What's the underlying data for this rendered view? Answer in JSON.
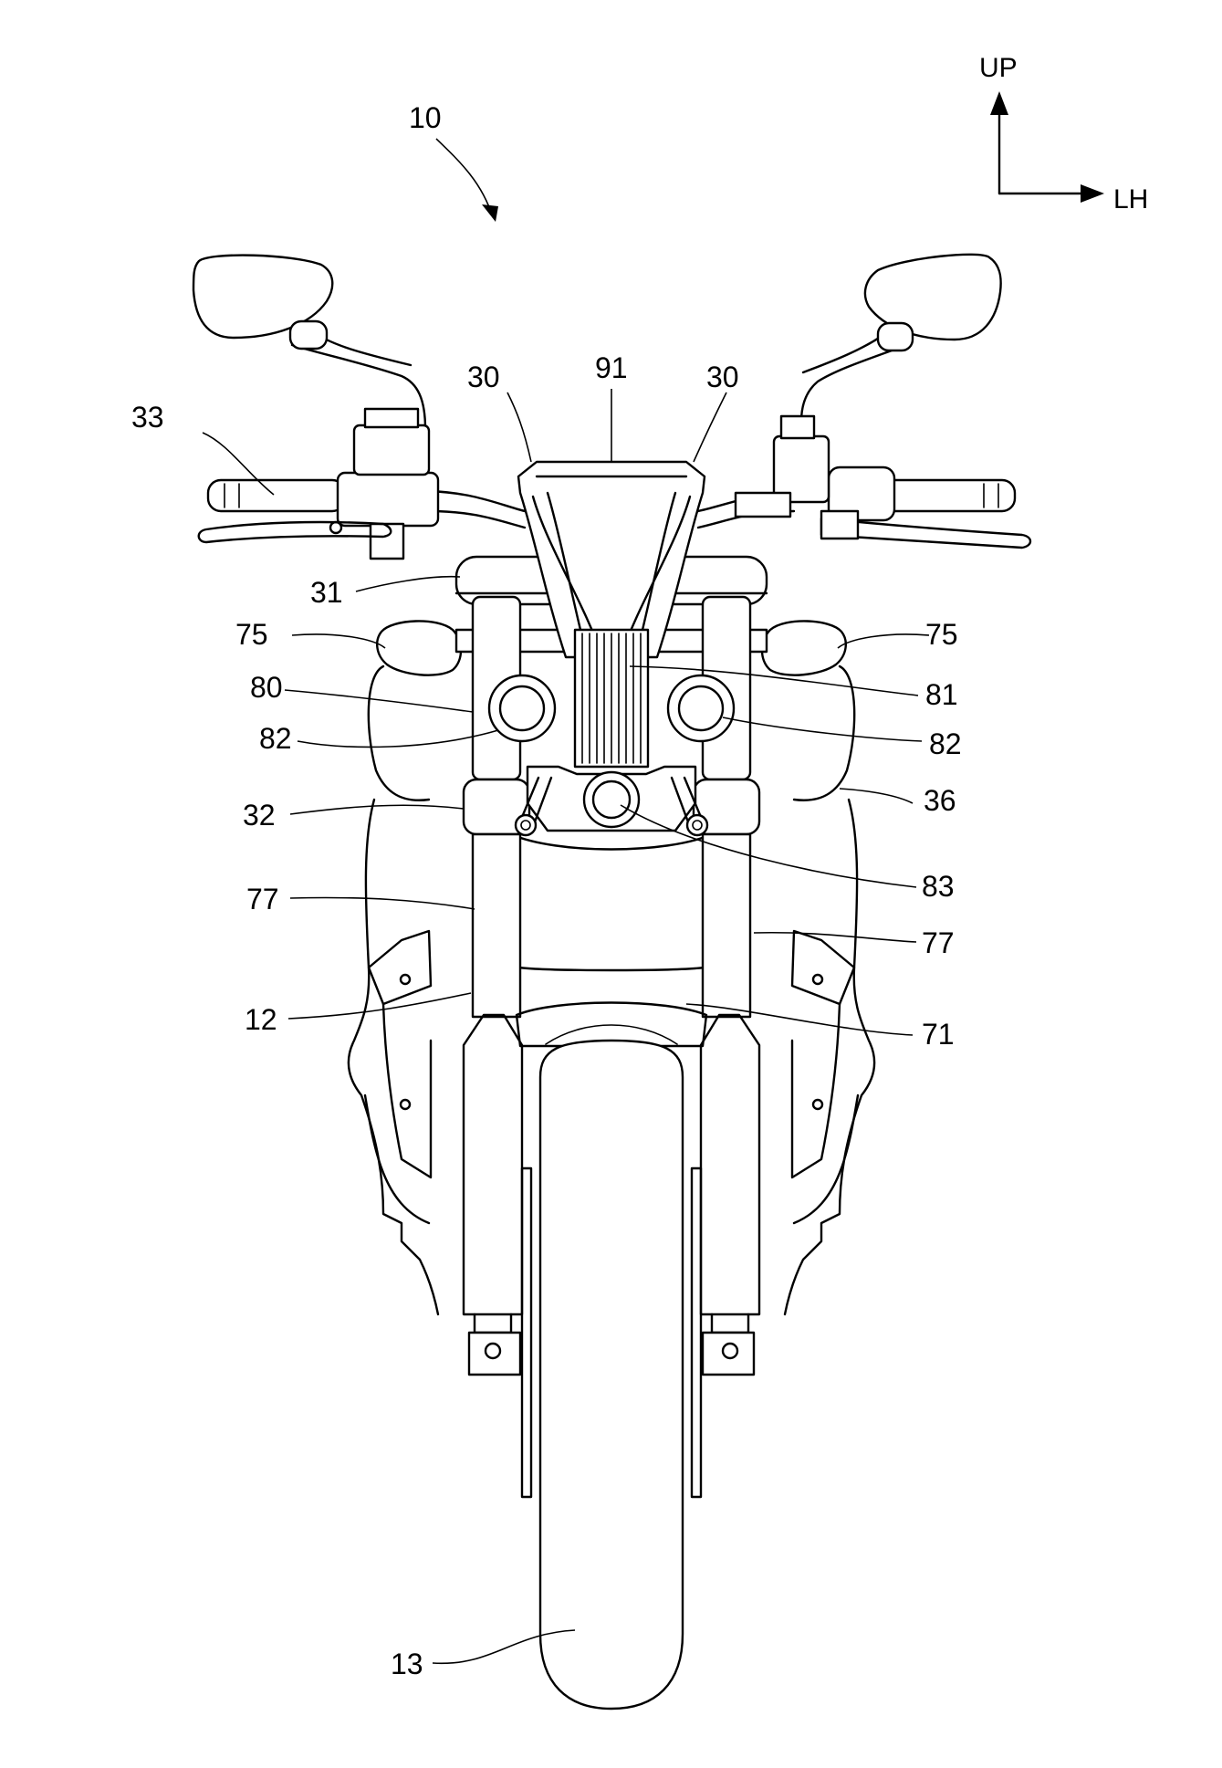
{
  "figure": {
    "direction_up": "UP",
    "direction_lh": "LH",
    "reference_numerals": [
      {
        "id": "n10",
        "text": "10"
      },
      {
        "id": "n33",
        "text": "33"
      },
      {
        "id": "n30a",
        "text": "30"
      },
      {
        "id": "n91",
        "text": "91"
      },
      {
        "id": "n30b",
        "text": "30"
      },
      {
        "id": "n31",
        "text": "31"
      },
      {
        "id": "n75a",
        "text": "75"
      },
      {
        "id": "n75b",
        "text": "75"
      },
      {
        "id": "n80",
        "text": "80"
      },
      {
        "id": "n81",
        "text": "81"
      },
      {
        "id": "n82a",
        "text": "82"
      },
      {
        "id": "n82b",
        "text": "82"
      },
      {
        "id": "n36",
        "text": "36"
      },
      {
        "id": "n32",
        "text": "32"
      },
      {
        "id": "n83",
        "text": "83"
      },
      {
        "id": "n77a",
        "text": "77"
      },
      {
        "id": "n77b",
        "text": "77"
      },
      {
        "id": "n12",
        "text": "12"
      },
      {
        "id": "n71",
        "text": "71"
      },
      {
        "id": "n13",
        "text": "13"
      }
    ]
  }
}
